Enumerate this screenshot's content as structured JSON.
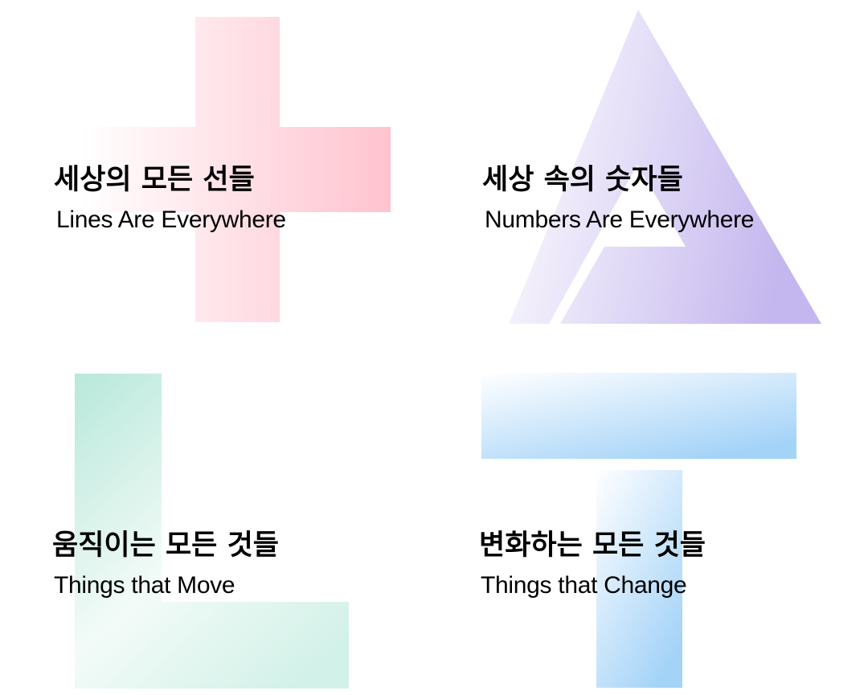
{
  "cards": [
    {
      "title": "세상의 모든 선들",
      "subtitle": "Lines Are Everywhere",
      "shape": "plus",
      "color": "#ffc3cf"
    },
    {
      "title": "세상 속의 숫자들",
      "subtitle": "Numbers Are Everywhere",
      "shape": "triangle",
      "color": "#c6b8ee"
    },
    {
      "title": "움직이는 모든 것들",
      "subtitle": "Things that Move",
      "shape": "L",
      "color": "#b8e8da"
    },
    {
      "title": "변화하는 모든 것들",
      "subtitle": "Things that Change",
      "shape": "T",
      "color": "#a6d4f8"
    }
  ]
}
